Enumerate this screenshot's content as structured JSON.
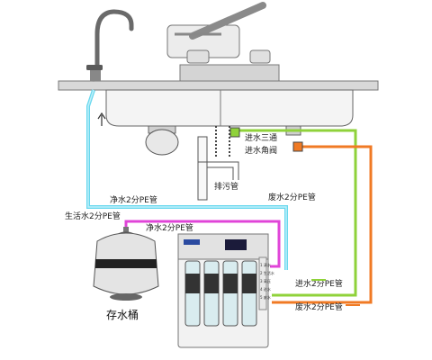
{
  "labels": {
    "inlet_tee": "进水三通",
    "inlet_angle_valve": "进水角阀",
    "drain_pipe": "排污管",
    "pure_water_pipe_top": "净水2分PE管",
    "waste_water_pipe_top": "废水2分PE管",
    "domestic_water_pipe": "生活水2分PE管",
    "pure_water_pipe_mid": "净水2分PE管",
    "inlet_water_pipe": "进水2分PE管",
    "waste_water_pipe_bottom": "废水2分PE管",
    "storage_tank": "存水桶"
  },
  "unit_ports": [
    "1 清水",
    "2 生活水",
    "3 高压",
    "4 进水",
    "5 废水"
  ],
  "colors": {
    "pure_water": "#68d8ee",
    "pure_water_inner": "#bff0fa",
    "domestic_water": "#e044d8",
    "inlet_water": "#8fd23a",
    "waste_water": "#f07a24",
    "drain": "#dddddd"
  },
  "icons": [
    "faucet-icon",
    "sink-icon",
    "storage-tank-icon",
    "ro-purifier-icon",
    "up-arrow-icon"
  ]
}
